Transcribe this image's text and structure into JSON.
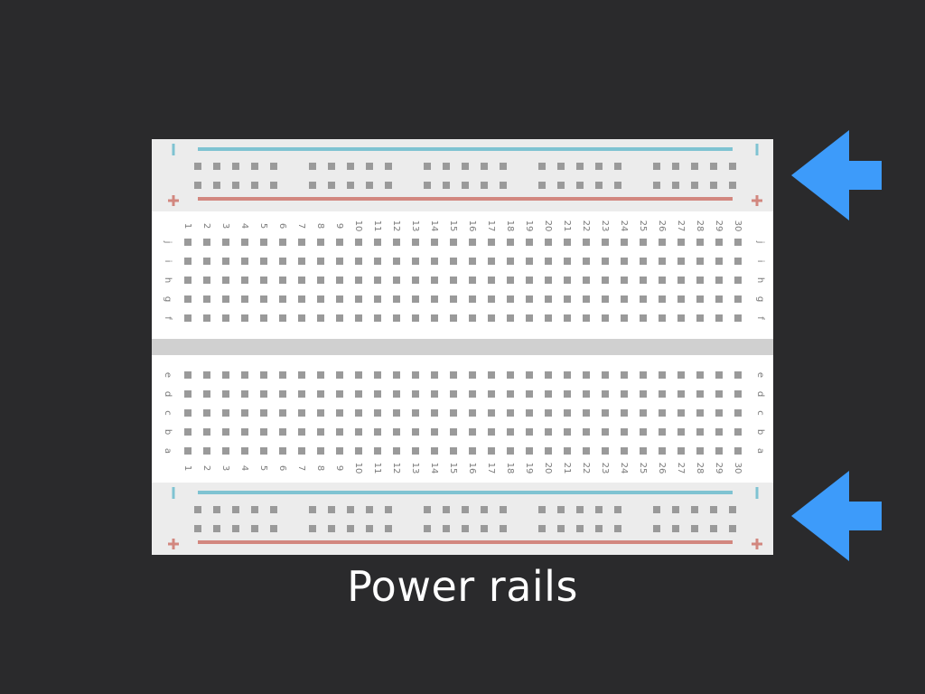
{
  "caption": "Power rails",
  "colors": {
    "background": "#2a2a2c",
    "board_rail": "#ececec",
    "board_main": "#ffffff",
    "channel": "#d0d0d0",
    "hole": "#9a9a9a",
    "label": "#7a7a7a",
    "rail_negative": "#7fc3d2",
    "rail_positive": "#d2877f",
    "arrow": "#3d9bfa"
  },
  "breadboard": {
    "column_numbers": [
      "1",
      "2",
      "3",
      "4",
      "5",
      "6",
      "7",
      "8",
      "9",
      "10",
      "11",
      "12",
      "13",
      "14",
      "15",
      "16",
      "17",
      "18",
      "19",
      "20",
      "21",
      "22",
      "23",
      "24",
      "25",
      "26",
      "27",
      "28",
      "29",
      "30"
    ],
    "top_row_letters": [
      "j",
      "i",
      "h",
      "g",
      "f"
    ],
    "bottom_row_letters": [
      "e",
      "d",
      "c",
      "b",
      "a"
    ],
    "rail_negative_symbol": "−",
    "rail_positive_symbol": "+"
  },
  "icons": {
    "arrows": [
      "arrow-left-icon",
      "arrow-left-icon"
    ]
  }
}
